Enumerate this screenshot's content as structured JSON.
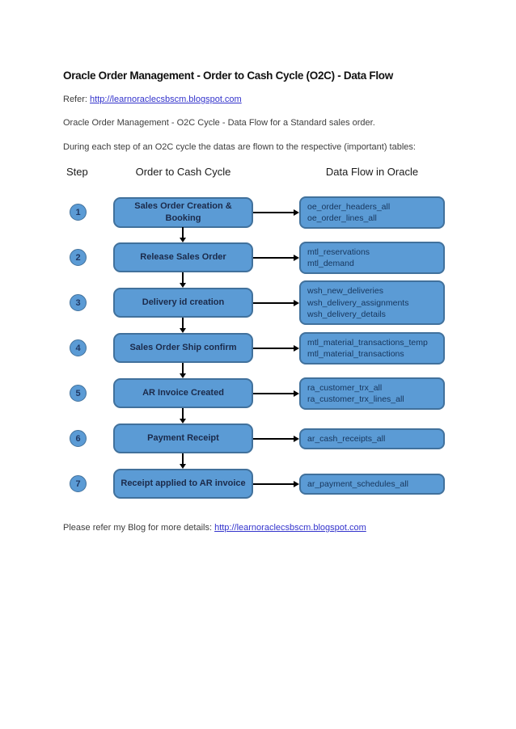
{
  "page": {
    "title": "Oracle Order Management - Order to Cash Cycle (O2C) - Data Flow",
    "refer_label": "Refer: ",
    "refer_link": "http://learnoraclecsbscm.blogspot.com",
    "subtitle": "Oracle Order Management - O2C Cycle - Data Flow for a Standard sales order.",
    "intro": "During each step of an O2C cycle the datas are flown to the respective (important) tables:",
    "footer_label": "Please refer my Blog for more details: ",
    "footer_link": "http://learnoraclecsbscm.blogspot.com"
  },
  "diagram": {
    "headers": {
      "step": "Step",
      "cycle": "Order to Cash Cycle",
      "dataflow": "Data Flow in Oracle"
    },
    "rows": [
      {
        "step": "1",
        "cycle": "Sales Order Creation & Booking",
        "tables": "oe_order_headers_all\noe_order_lines_all"
      },
      {
        "step": "2",
        "cycle": "Release Sales Order",
        "tables": "mtl_reservations\nmtl_demand"
      },
      {
        "step": "3",
        "cycle": "Delivery id creation",
        "tables": "wsh_new_deliveries\nwsh_delivery_assignments\nwsh_delivery_details"
      },
      {
        "step": "4",
        "cycle": "Sales Order Ship confirm",
        "tables": "mtl_material_transactions_temp\nmtl_material_transactions"
      },
      {
        "step": "5",
        "cycle": "AR Invoice Created",
        "tables": "ra_customer_trx_all\nra_customer_trx_lines_all"
      },
      {
        "step": "6",
        "cycle": "Payment Receipt",
        "tables": "ar_cash_receipts_all"
      },
      {
        "step": "7",
        "cycle": "Receipt applied to AR invoice",
        "tables": "ar_payment_schedules_all"
      }
    ]
  },
  "colors": {
    "box_fill": "#5B9BD5",
    "box_border": "#41719C",
    "box_text": "#1B2A4A",
    "table_text": "#17365D",
    "link": "#3333CC",
    "arrow": "#000000",
    "body_text": "#3D3D3D",
    "heading_text": "#111111"
  }
}
